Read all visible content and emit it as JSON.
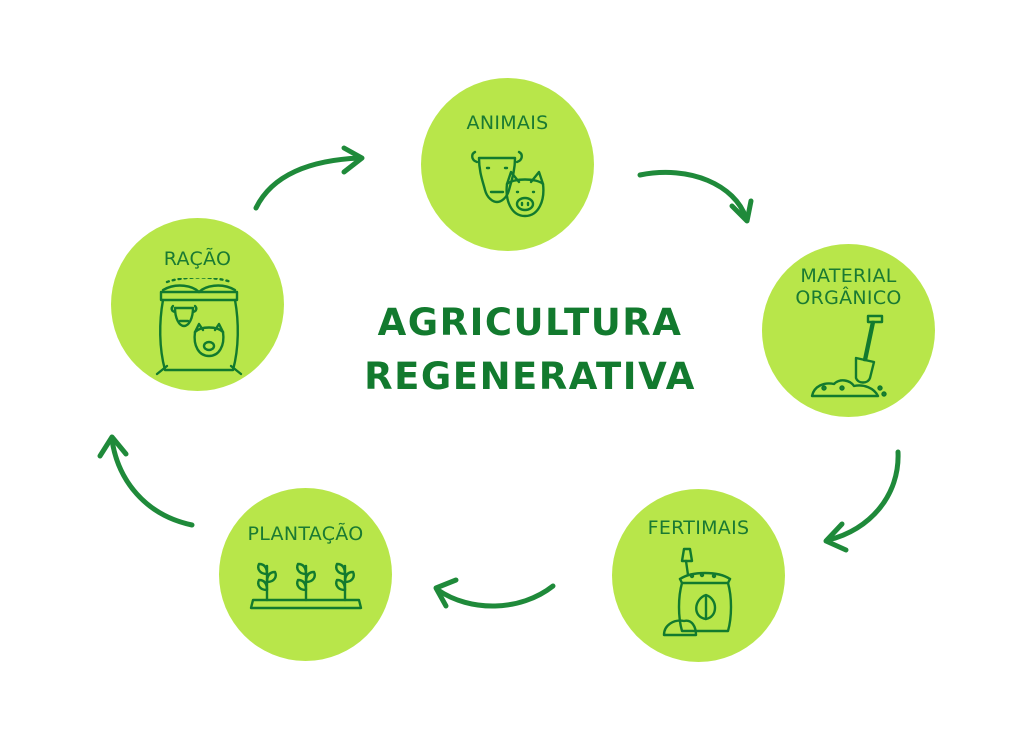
{
  "title": {
    "line1": "AGRICULTURA",
    "line2": "REGENERATIVA"
  },
  "nodes": {
    "animais": {
      "label": "ANIMAIS",
      "icon": "cow-pig-icon"
    },
    "material": {
      "label_line1": "MATERIAL",
      "label_line2": "ORGÂNICO",
      "icon": "shovel-soil-icon"
    },
    "fertimais": {
      "label": "FERTIMAIS",
      "icon": "fertilizer-bag-icon"
    },
    "plantacao": {
      "label": "PLANTAÇÃO",
      "icon": "seedlings-icon"
    },
    "racao": {
      "label": "RAÇÃO",
      "icon": "feed-sack-icon"
    }
  },
  "colors": {
    "circle_fill": "#b8e64a",
    "dark_green": "#127a2e",
    "arrow_green": "#1f8a3a",
    "background": "#ffffff"
  }
}
